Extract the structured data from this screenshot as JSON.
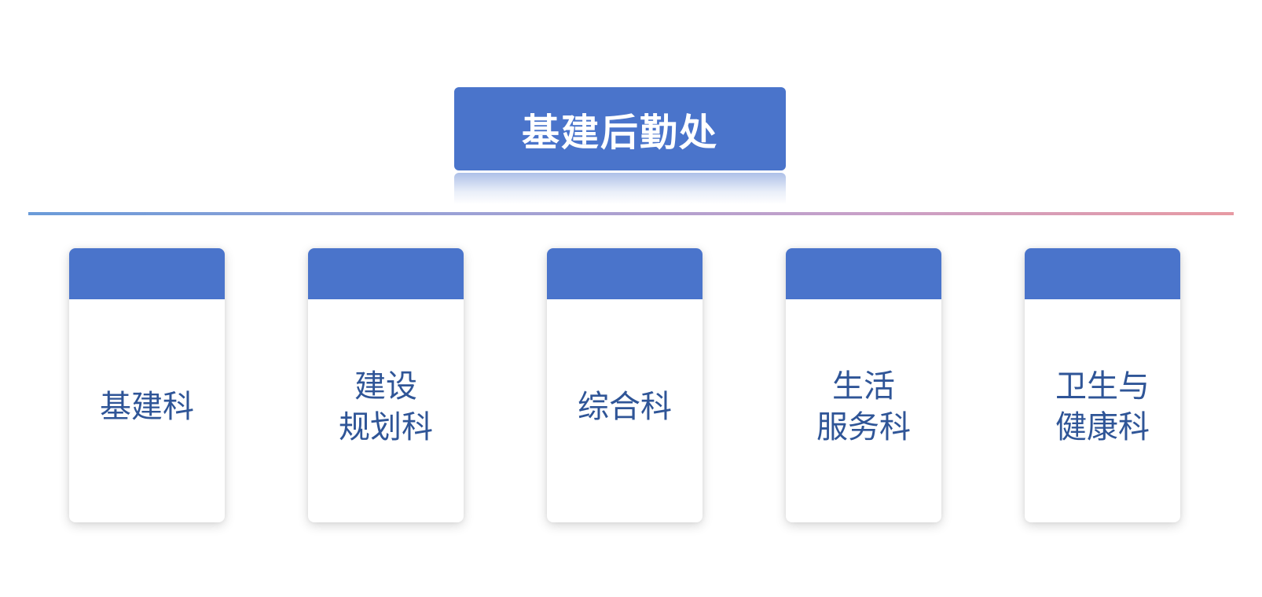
{
  "header": {
    "title": "基建后勤处"
  },
  "departments": [
    {
      "lines": [
        "基建科"
      ]
    },
    {
      "lines": [
        "建设",
        "规划科"
      ]
    },
    {
      "lines": [
        "综合科"
      ]
    },
    {
      "lines": [
        "生活",
        "服务科"
      ]
    },
    {
      "lines": [
        "卫生与",
        "健康科"
      ]
    }
  ],
  "colors": {
    "header_bg": "#4a74cb",
    "card_top": "#4a74cb",
    "card_text": "#2f5597",
    "divider_start": "#6a9bd8",
    "divider_end": "#e79aa3"
  }
}
